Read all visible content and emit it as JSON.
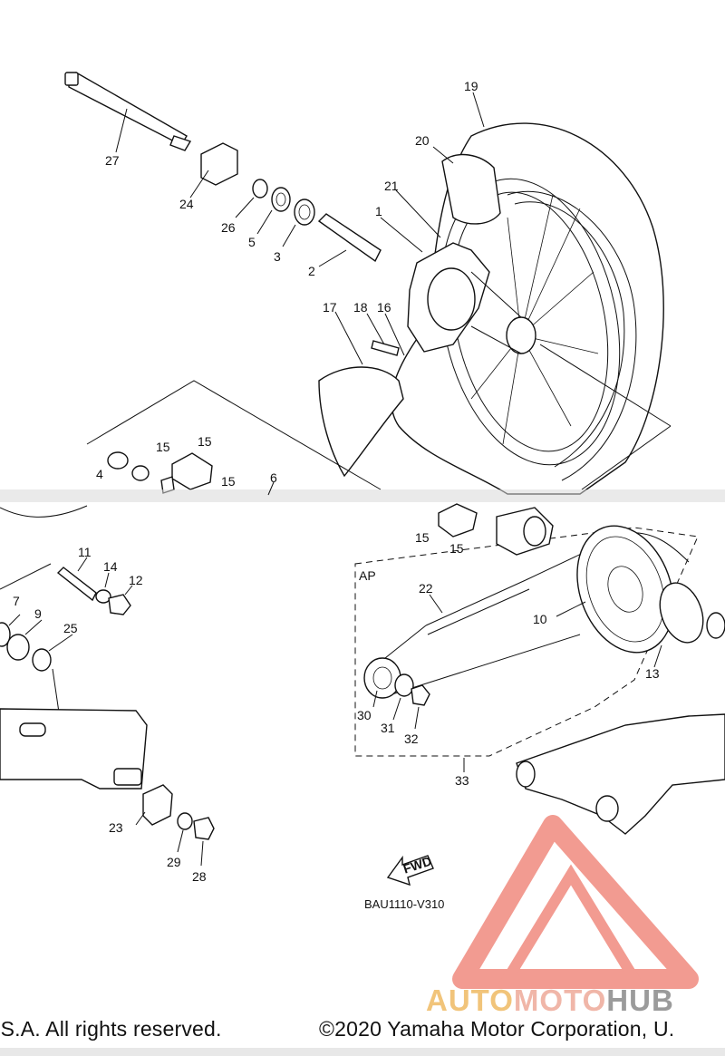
{
  "callouts": [
    {
      "id": "c19",
      "text": "19"
    },
    {
      "id": "c20",
      "text": "20"
    },
    {
      "id": "c21",
      "text": "21"
    },
    {
      "id": "c1",
      "text": "1"
    },
    {
      "id": "c27",
      "text": "27"
    },
    {
      "id": "c24",
      "text": "24"
    },
    {
      "id": "c26",
      "text": "26"
    },
    {
      "id": "c5",
      "text": "5"
    },
    {
      "id": "c3",
      "text": "3"
    },
    {
      "id": "c2",
      "text": "2"
    },
    {
      "id": "c17",
      "text": "17"
    },
    {
      "id": "c18",
      "text": "18"
    },
    {
      "id": "c16",
      "text": "16"
    },
    {
      "id": "c15a",
      "text": "15"
    },
    {
      "id": "c15b",
      "text": "15"
    },
    {
      "id": "c15c",
      "text": "15"
    },
    {
      "id": "c4",
      "text": "4"
    },
    {
      "id": "c6",
      "text": "6"
    },
    {
      "id": "c15d",
      "text": "15"
    },
    {
      "id": "c15e",
      "text": "15"
    },
    {
      "id": "c11",
      "text": "11"
    },
    {
      "id": "c14",
      "text": "14"
    },
    {
      "id": "c12",
      "text": "12"
    },
    {
      "id": "c7",
      "text": "7"
    },
    {
      "id": "c9",
      "text": "9"
    },
    {
      "id": "c25",
      "text": "25"
    },
    {
      "id": "c22",
      "text": "22"
    },
    {
      "id": "c10",
      "text": "10"
    },
    {
      "id": "c13",
      "text": "13"
    },
    {
      "id": "c30",
      "text": "30"
    },
    {
      "id": "c31",
      "text": "31"
    },
    {
      "id": "c32",
      "text": "32"
    },
    {
      "id": "c33",
      "text": "33"
    },
    {
      "id": "c23",
      "text": "23"
    },
    {
      "id": "c29",
      "text": "29"
    },
    {
      "id": "c28",
      "text": "28"
    }
  ],
  "group_label": "AP",
  "fwd_label": "FWD",
  "ref_code": "BAU1110-V310",
  "footer_left": ".S.A. All rights reserved.",
  "footer_right": "©2020 Yamaha Motor Corporation, U.",
  "watermark": {
    "part1": "AUTO",
    "part2": "MOTO",
    "part3": "HUB",
    "colors": {
      "auto": "#f1c47a",
      "moto": "#f0b6a8",
      "hub": "#9b9b9b",
      "logo": "#f08a7e"
    }
  }
}
